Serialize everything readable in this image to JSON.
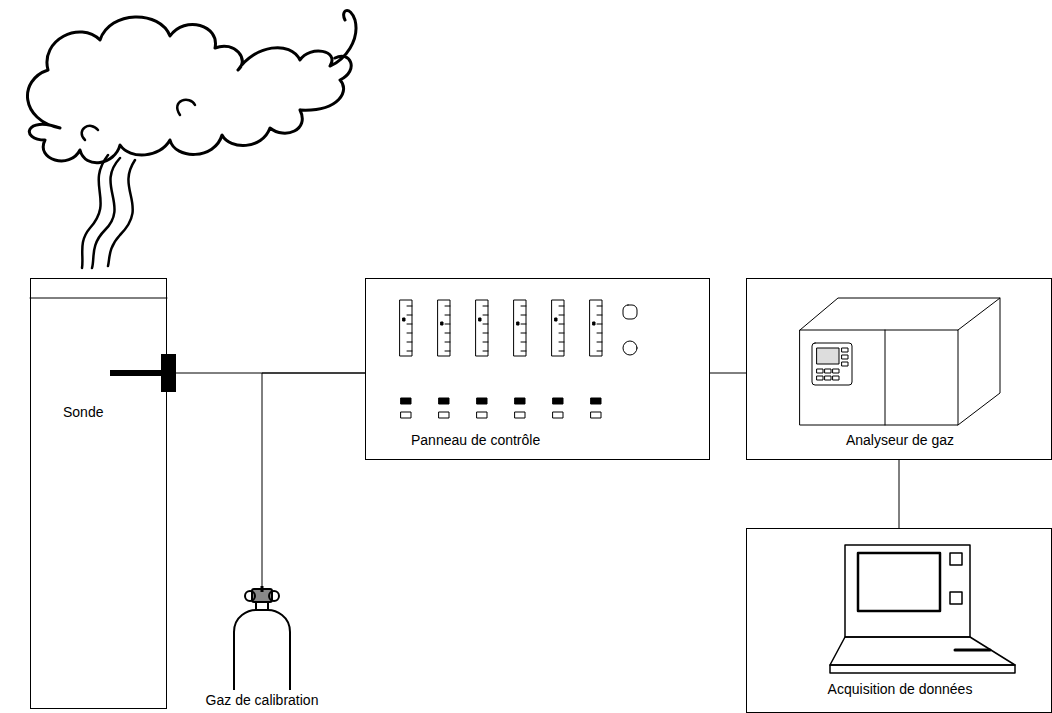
{
  "diagram": {
    "nodes": [
      {
        "text": [
          "Sonde"
        ]
      },
      {
        "text": [
          "Panneau de contrôle"
        ]
      },
      {
        "text": [
          "Analyseur de gaz"
        ]
      },
      {
        "text": [
          "Gaz de calibration"
        ]
      },
      {
        "text": [
          "Acquisition de données"
        ]
      }
    ],
    "edges": [
      {
        "from": 0,
        "to": 1,
        "arrow": "none"
      },
      {
        "from": 3,
        "to": 1,
        "arrow": "none"
      },
      {
        "from": 1,
        "to": 2,
        "arrow": "none"
      },
      {
        "from": 2,
        "to": 4,
        "arrow": "none"
      }
    ]
  }
}
